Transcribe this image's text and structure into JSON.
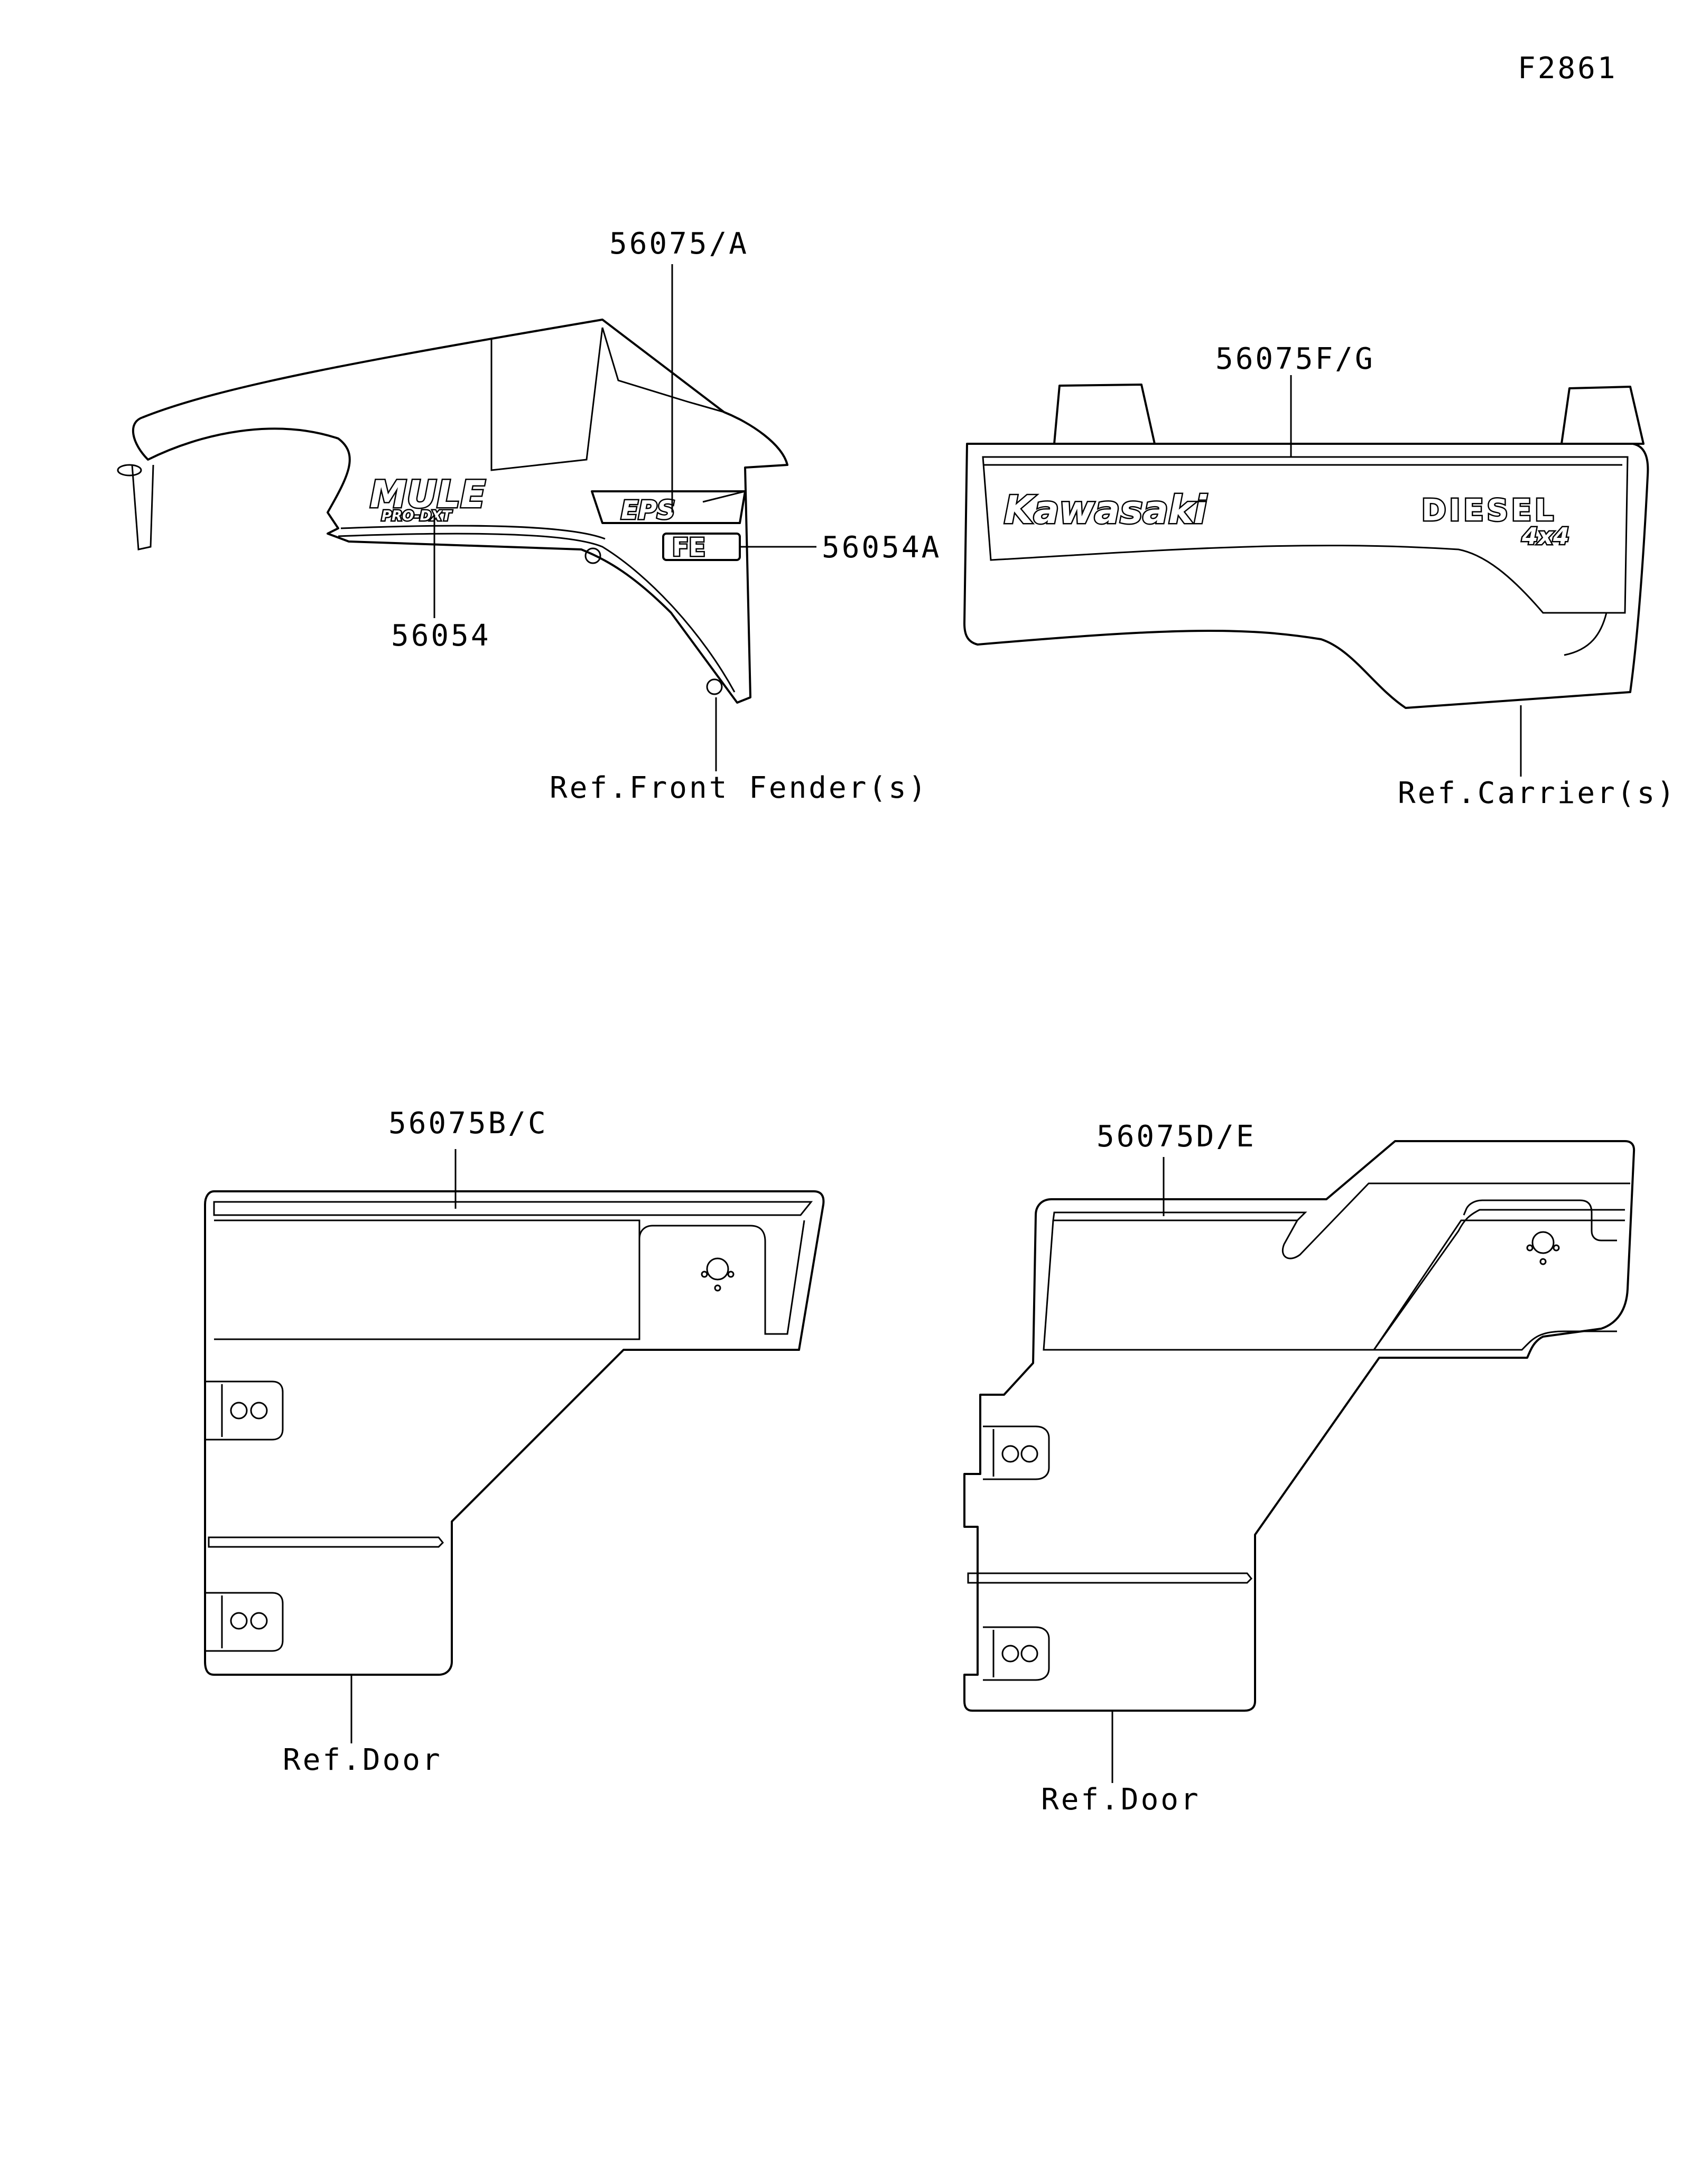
{
  "figure_code": "F2861",
  "callouts": {
    "front_stripe": "56075/A",
    "mule_logo": "56054",
    "fe_badge": "56054A",
    "front_fender_ref": "Ref.Front Fender(s)",
    "carrier_stripe": "56075F/G",
    "carrier_ref": "Ref.Carrier(s)",
    "door_left_stripe": "56075B/C",
    "door_left_ref": "Ref.Door",
    "door_right_stripe": "56075D/E",
    "door_right_ref": "Ref.Door"
  },
  "decal_text": {
    "mule": "MULE",
    "mule_sub": "PRO-DXT",
    "eps": "EPS",
    "fe": "FE",
    "kawasaki": "Kawasaki",
    "diesel": "DIESEL",
    "fourbyfour": "4x4"
  },
  "colors": {
    "line": "#000000",
    "background": "#ffffff"
  }
}
